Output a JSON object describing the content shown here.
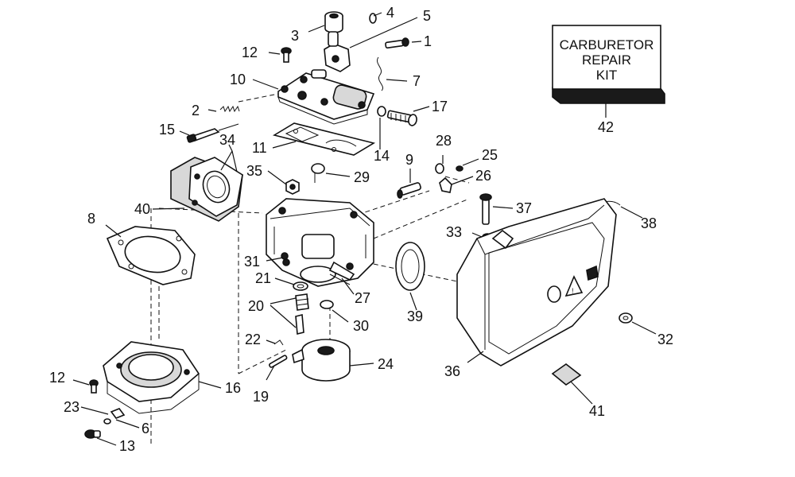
{
  "kit": {
    "lines": [
      "CARBURETOR",
      "REPAIR",
      "KIT"
    ],
    "number": "42"
  },
  "labels": {
    "l1": "1",
    "l2": "2",
    "l3": "3",
    "l4": "4",
    "l5": "5",
    "l6": "6",
    "l7": "7",
    "l8": "8",
    "l9": "9",
    "l10": "10",
    "l11": "11",
    "l12a": "12",
    "l12b": "12",
    "l13": "13",
    "l14": "14",
    "l15": "15",
    "l16": "16",
    "l17": "17",
    "l19": "19",
    "l20": "20",
    "l21": "21",
    "l22": "22",
    "l23": "23",
    "l24": "24",
    "l25": "25",
    "l26": "26",
    "l27": "27",
    "l28": "28",
    "l29": "29",
    "l30": "30",
    "l31": "31",
    "l32": "32",
    "l33": "33",
    "l34": "34",
    "l35": "35",
    "l36": "36",
    "l37": "37",
    "l38": "38",
    "l39": "39",
    "l40": "40",
    "l41": "41"
  }
}
